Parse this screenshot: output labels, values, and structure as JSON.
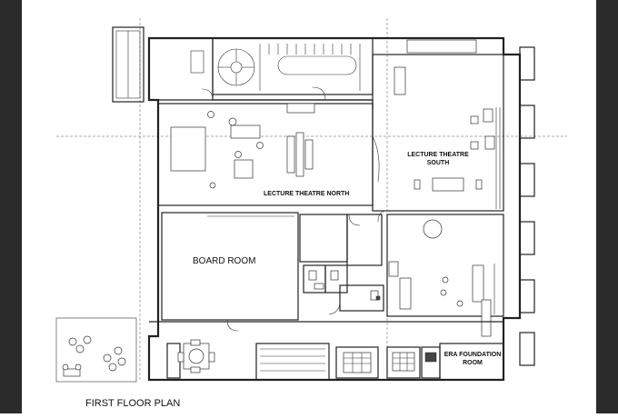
{
  "plan_title": "FIRST FLOOR PLAN",
  "rooms": [
    {
      "id": "lecture-theatre-north",
      "label": "LECTURE THEATRE NORTH"
    },
    {
      "id": "lecture-theatre-south",
      "line1": "LECTURE THEATRE",
      "line2": "SOUTH"
    },
    {
      "id": "board-room",
      "label": "BOARD ROOM"
    },
    {
      "id": "era-foundation-room",
      "line1": "ERA FOUNDATION",
      "line2": "ROOM"
    }
  ],
  "colors": {
    "frame_bar": "#2b2b2b",
    "line": "#222222",
    "background": "#ffffff"
  }
}
